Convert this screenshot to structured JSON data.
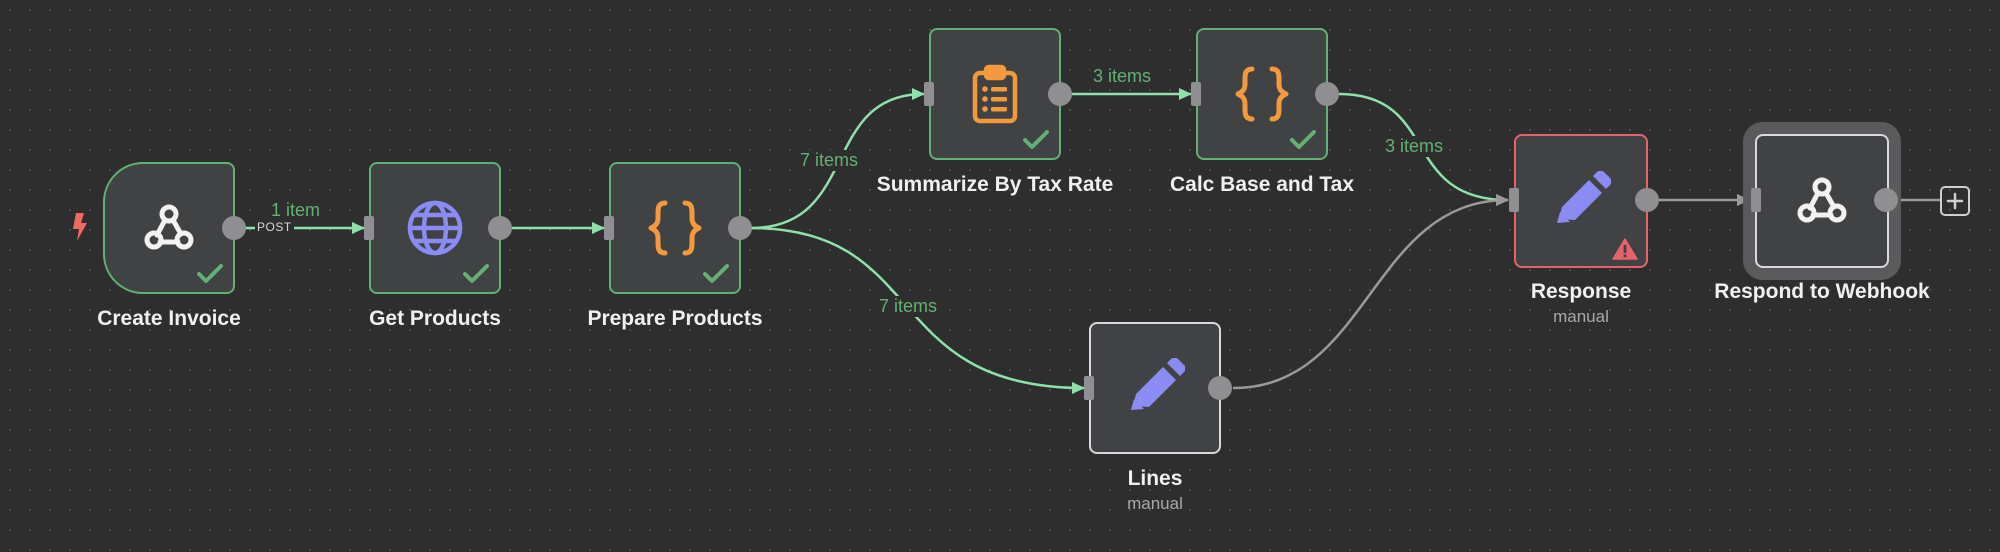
{
  "colors": {
    "success": "#63b074",
    "error": "#e8626a",
    "edge_active": "#8fe0a9",
    "edge_idle": "#9a9a9d",
    "icon_orange": "#f59a3c",
    "icon_purple": "#8b8cf3"
  },
  "nodes": {
    "create_invoice": {
      "name": "Create Invoice",
      "icon": "webhook-icon",
      "status": "success",
      "method": "POST"
    },
    "get_products": {
      "name": "Get Products",
      "icon": "globe-icon",
      "status": "success"
    },
    "prepare_products": {
      "name": "Prepare Products",
      "icon": "code-braces-icon",
      "status": "success"
    },
    "summarize_by_tax_rate": {
      "name": "Summarize By Tax Rate",
      "icon": "clipboard-list-icon",
      "status": "success"
    },
    "calc_base_and_tax": {
      "name": "Calc Base and Tax",
      "icon": "code-braces-icon",
      "status": "success"
    },
    "lines": {
      "name": "Lines",
      "subtitle": "manual",
      "icon": "pencil-icon",
      "status": "idle"
    },
    "response": {
      "name": "Response",
      "subtitle": "manual",
      "icon": "pencil-icon",
      "status": "error"
    },
    "respond_to_webhook": {
      "name": "Respond to Webhook",
      "icon": "webhook-icon",
      "status": "idle"
    }
  },
  "edges": {
    "create_to_get": "1 item",
    "prepare_to_summarize": "7 items",
    "prepare_to_lines": "7 items",
    "summarize_to_calc": "3 items",
    "calc_to_response": "3 items"
  },
  "toolbar": {
    "add_node": "+"
  }
}
